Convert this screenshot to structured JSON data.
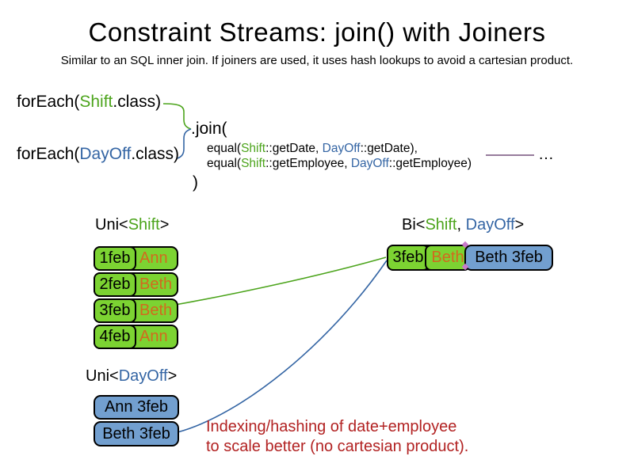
{
  "title": "Constraint Streams: join() with Joiners",
  "subtitle": "Similar to an SQL inner join. If joiners are used, it uses hash lookups to avoid a cartesian product.",
  "code": {
    "foreach_shift": {
      "pre": "forEach(",
      "cls": "Shift",
      "post": ".class)"
    },
    "foreach_dayoff": {
      "pre": "forEach(",
      "cls": "DayOff",
      "post": ".class)"
    },
    "join_open": ".join(",
    "joiner_date": {
      "pre": "equal(",
      "cls1": "Shift",
      "mid": "::getDate, ",
      "cls2": "DayOff",
      "post": "::getDate),"
    },
    "joiner_employee": {
      "pre": "equal(",
      "cls1": "Shift",
      "mid": "::getEmployee, ",
      "cls2": "DayOff",
      "post": "::getEmployee)"
    },
    "join_close": ")",
    "more_joiners_ellipsis": "…"
  },
  "uni_shift": {
    "label": {
      "pre": "Uni<",
      "type": "Shift",
      "post": ">"
    },
    "rows": [
      {
        "date": "1feb",
        "employee": "Ann"
      },
      {
        "date": "2feb",
        "employee": "Beth"
      },
      {
        "date": "3feb",
        "employee": "Beth"
      },
      {
        "date": "4feb",
        "employee": "Ann"
      }
    ]
  },
  "uni_dayoff": {
    "label": {
      "pre": "Uni<",
      "type": "DayOff",
      "post": ">"
    },
    "rows": [
      {
        "text": "Ann 3feb"
      },
      {
        "text": "Beth 3feb"
      }
    ]
  },
  "bi": {
    "label": {
      "pre": "Bi<",
      "type1": "Shift",
      "sep": ", ",
      "type2": "DayOff",
      "post": ">"
    },
    "shift_cell": {
      "date": "3feb",
      "employee": "Beth"
    },
    "dayoff_cell": {
      "text": "Beth 3feb"
    }
  },
  "annotation": {
    "line1": "Indexing/hashing of date+employee",
    "line2": "to scale better (no cartesian product)."
  },
  "colors": {
    "shift_green": "#4CA41C",
    "dayoff_blue": "#3465A4",
    "shift_fill": "#7CD332",
    "dayoff_fill": "#729FCF",
    "employee_orange": "#D2691E",
    "annotation_red": "#B22222",
    "joiner_line_purple": "#75507B",
    "connector_pink": "#C979C9"
  }
}
